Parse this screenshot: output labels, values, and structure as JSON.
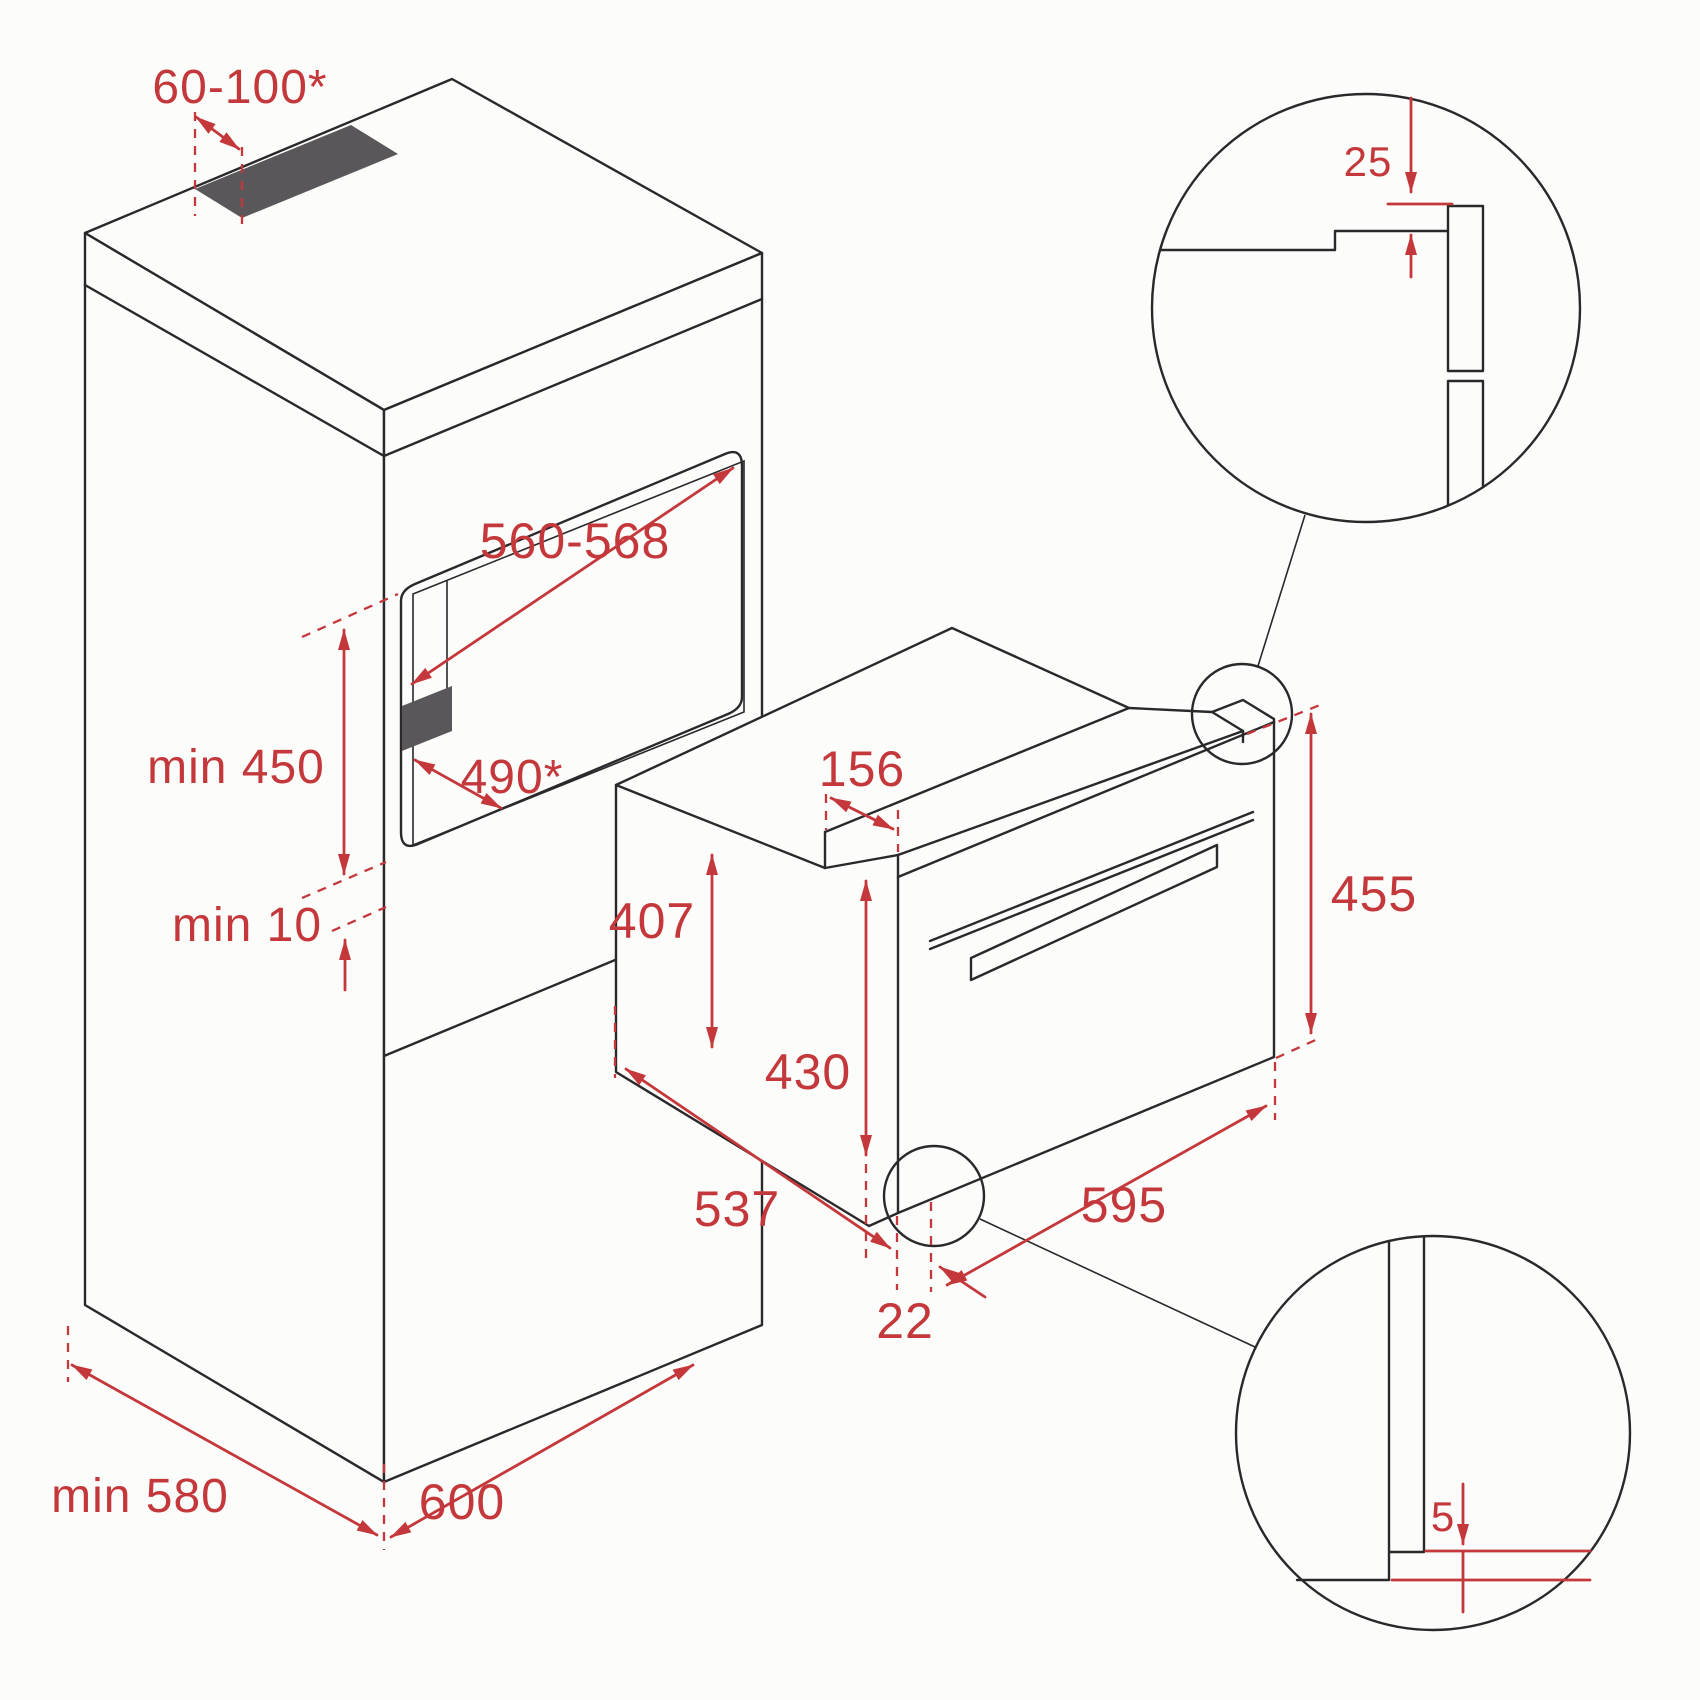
{
  "diagram": {
    "type": "built-in-oven-installation-diagram",
    "units": "mm",
    "colors": {
      "dimension_red": "#C4383C",
      "line_black": "#2A282B",
      "vent_fill": "#59575A",
      "background": "#FCFCFA"
    },
    "labels": {
      "vent_top": "60-100*",
      "niche_width": "560-568",
      "niche_height": "min 450",
      "niche_floor_depth": "490*",
      "bottom_clearance": "min 10",
      "cabinet_depth": "min 580",
      "cabinet_width": "600",
      "strip_depth": "156",
      "body_height": "407",
      "door_height": "430",
      "front_height": "455",
      "body_depth": "537",
      "door_offset": "22",
      "front_width": "595",
      "detail_top_clearance": "25",
      "detail_bottom_clearance": "5"
    }
  }
}
